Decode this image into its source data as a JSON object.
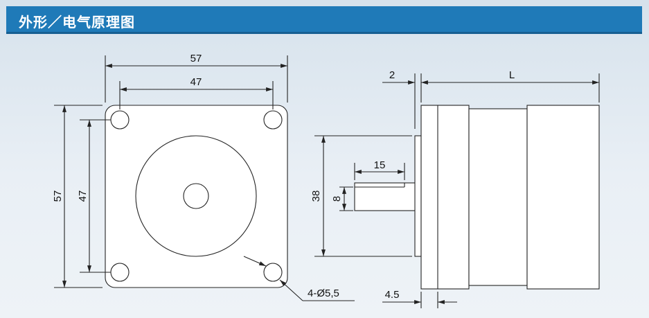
{
  "header": {
    "title": "外形／电气原理图"
  },
  "front_view": {
    "dim_overall_width": "57",
    "dim_hole_spacing_width": "47",
    "dim_overall_height": "57",
    "dim_hole_spacing_height": "47",
    "hole_note": "4-Ø5,5"
  },
  "side_view": {
    "dim_flange": "2",
    "dim_length": "L",
    "dim_shaft_length": "15",
    "dim_shaft_dia": "8",
    "dim_pilot": "38",
    "dim_flange_thickness": "4.5"
  },
  "colors": {
    "header": "#1f7ab8",
    "line": "#222222",
    "part_fill": "#ffffff"
  }
}
